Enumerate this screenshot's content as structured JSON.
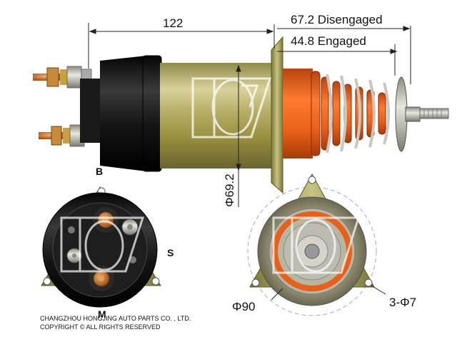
{
  "dimensions": {
    "length": "122",
    "disengaged": "67.2 Disengaged",
    "engaged": "44.8 Engaged",
    "body_diameter": "Φ69.2",
    "flange_diameter": "Φ90",
    "mount_holes": "3-Φ7"
  },
  "terminals": {
    "b": "B",
    "s": "S",
    "m": "M"
  },
  "footer": {
    "company": "CHANGZHOU HONGJING AUTO PARTS CO. , LTD.",
    "copyright": "COPYRIGHT © ALL RIGHTS RESERVED"
  },
  "colors": {
    "body_metal": "#b9b06a",
    "cap_black": "#1c1c1c",
    "boot_orange": "#e85f1a",
    "copper": "#d07a3a",
    "steel": "#b8b8b0"
  }
}
